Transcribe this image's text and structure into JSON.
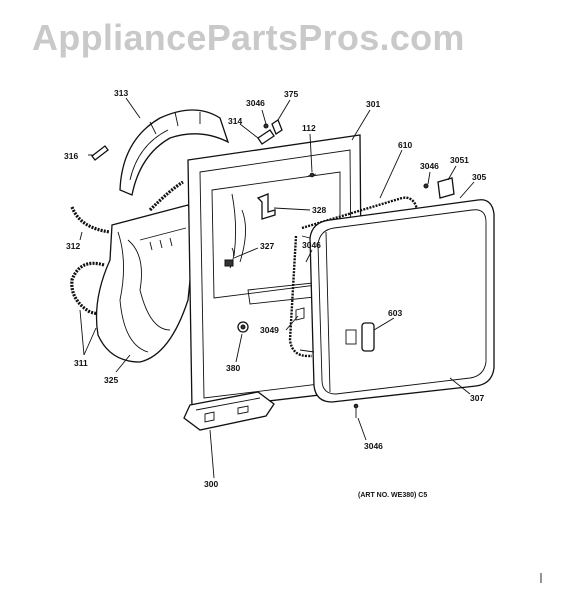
{
  "watermark": "AppliancePartsPros.com",
  "art_number": "(ART NO. WE380) C5",
  "callouts": {
    "p313": "313",
    "p316": "316",
    "p312": "312",
    "p311": "311",
    "p325": "325",
    "p3046_top": "3046",
    "p375": "375",
    "p314": "314",
    "p112": "112",
    "p301": "301",
    "p328": "328",
    "p327": "327",
    "p380": "380",
    "p300": "300",
    "p610": "610",
    "p3046_right": "3046",
    "p3051": "3051",
    "p305": "305",
    "p3046_mid": "3046",
    "p3049": "3049",
    "p603": "603",
    "p307": "307",
    "p3046_bottom": "3046"
  }
}
